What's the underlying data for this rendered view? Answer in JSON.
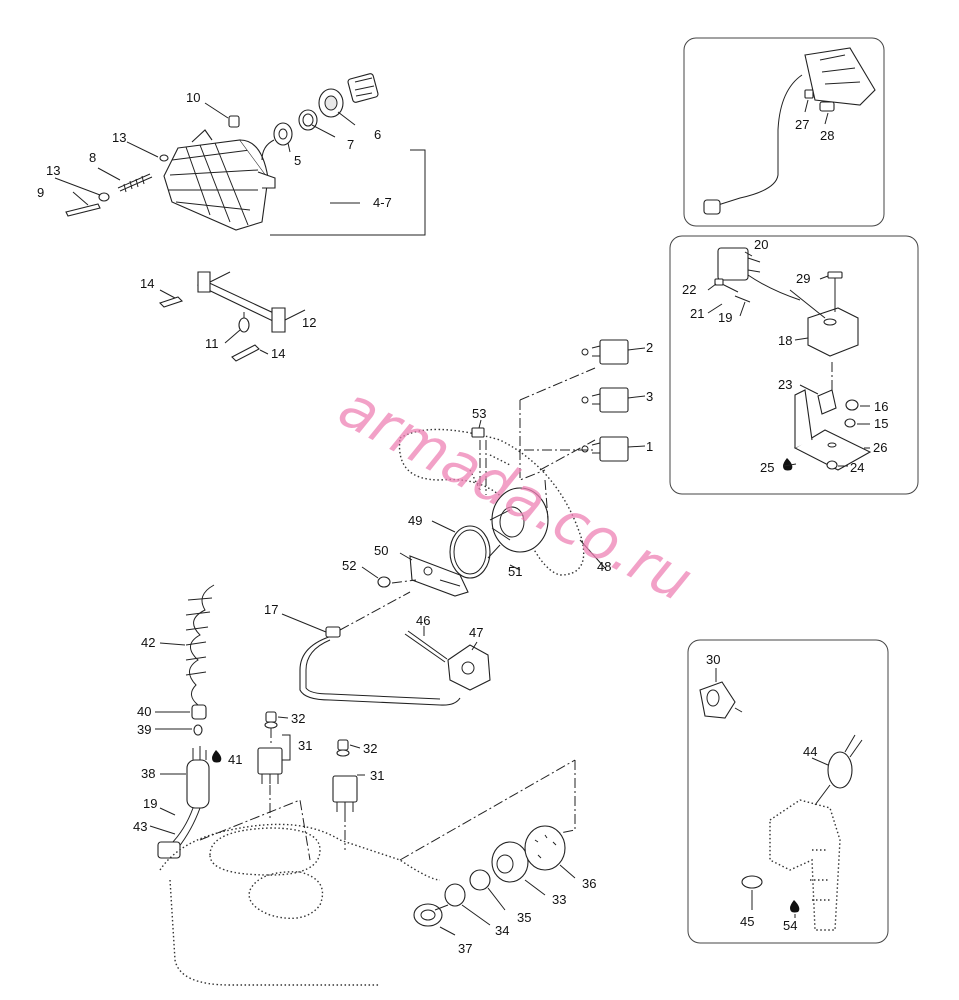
{
  "watermark": {
    "text": "armada.co.ru",
    "color": "#ee82b4"
  },
  "colors": {
    "line": "#222222",
    "label": "#111111",
    "frame": "#444444",
    "drop": "#111111"
  },
  "callouts": {
    "p1": "1",
    "p2": "2",
    "p3": "3",
    "p4_7": "4-7",
    "p5": "5",
    "p6": "6",
    "p7": "7",
    "p8": "8",
    "p9": "9",
    "p10": "10",
    "p11": "11",
    "p12": "12",
    "p13a": "13",
    "p13b": "13",
    "p14a": "14",
    "p14b": "14",
    "p15": "15",
    "p16": "16",
    "p17": "17",
    "p18": "18",
    "p19a": "19",
    "p19b": "19",
    "p20": "20",
    "p21": "21",
    "p22": "22",
    "p23": "23",
    "p24": "24",
    "p25": "25",
    "p26": "26",
    "p27": "27",
    "p28": "28",
    "p29": "29",
    "p30": "30",
    "p31a": "31",
    "p31b": "31",
    "p32a": "32",
    "p32b": "32",
    "p33": "33",
    "p34": "34",
    "p35": "35",
    "p36": "36",
    "p37": "37",
    "p38": "38",
    "p39": "39",
    "p40": "40",
    "p41": "41",
    "p42": "42",
    "p43": "43",
    "p44": "44",
    "p45": "45",
    "p46": "46",
    "p47": "47",
    "p48": "48",
    "p49": "49",
    "p50": "50",
    "p51": "51",
    "p52": "52",
    "p53": "53",
    "p54": "54"
  }
}
